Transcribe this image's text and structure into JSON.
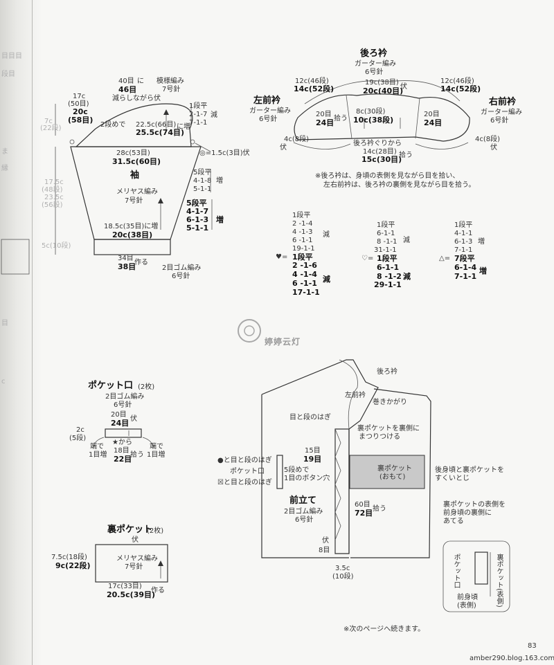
{
  "page": {
    "number": "83",
    "footer_note": "※次のページへ続きます。",
    "watermark_url": "amber290.blog.163.com",
    "watermark_logo_text": "婷婷云灯"
  },
  "gutter": [
    "目目目",
    "段目",
    "ま",
    "縁",
    "目",
    "c"
  ],
  "sleeve": {
    "title": "袖",
    "stitch": "メリヤス編み",
    "needle": "7号針",
    "top_40": "40目",
    "top_46": "46目",
    "top_ni": "に",
    "top_dec": "減らしながら伏",
    "pattern": "模様編み",
    "pattern_needle": "7号針",
    "left_17c": "17c",
    "left_50": "(50目)",
    "left_20c": "20c",
    "left_58": "(58目)",
    "cap_7c": "7c",
    "cap_rows": "(22段)",
    "every2": "2段めで",
    "inc_225": "22.5c(66目)",
    "inc_255": "25.5c(74目)",
    "inc_ni": "に増",
    "dec_1_plain": "1段平",
    "dec_2": "2-1-7",
    "dec_7": "7-1-1",
    "dec_label": "減",
    "width_28": "28c(53目)",
    "width_315": "31.5c(60目)",
    "circle_note": "◎=1.5c(3目)伏",
    "inc5_plain": "5段平",
    "inc4": "4-1-8",
    "inc5": "5-1-1",
    "inc_label": "増",
    "inc_b5": "5段平",
    "inc_b4": "4-1-7",
    "inc_b6": "6-1-3",
    "inc_b51": "5-1-1",
    "inc_b_label": "増",
    "body_175": "17.5c",
    "body_rows": "(48段)",
    "body_235": "23.5c",
    "body_rows2": "(56段)",
    "cuff_185": "18.5c(35目)に増",
    "cuff_20": "20c(38目)",
    "cuff_5": "5c(10段)",
    "cast_34": "34目",
    "cast_38": "38目",
    "cast_label": "作る",
    "rib": "2目ゴム編み",
    "rib_needle": "6号針"
  },
  "collar": {
    "back_title": "後ろ衿",
    "back_stitch": "ガーター編み",
    "back_needle": "6号針",
    "left_title": "左前衿",
    "left_stitch": "ガーター編み",
    "left_needle": "6号針",
    "right_title": "右前衿",
    "right_stitch": "ガーター編み",
    "right_needle": "6号針",
    "l12c": "12c(46段)",
    "l14c": "14c(52段)",
    "r12c": "12c(46段)",
    "r14c": "14c(52段)",
    "c19": "19c(38目)",
    "c20": "20c(40目)",
    "fu": "伏",
    "l20": "20目",
    "l24": "24目",
    "l_pick": "拾う",
    "c8": "8c(30段)",
    "c10": "10c(38段)",
    "r20": "20目",
    "r24": "24目",
    "l4c": "4c(8段)",
    "l4c_fu": "伏",
    "r4c": "4c(8段)",
    "r4c_fu": "伏",
    "neck_pick": "後ろ衿ぐりから",
    "n14": "14c(28目)",
    "n15": "15c(30目)",
    "n_pick": "拾う",
    "note1": "※後ろ衿は、身頃の表側を見ながら目を拾い、",
    "note2": "左右前衿は、後ろ衿の裏側を見ながら目を拾う。"
  },
  "tables": {
    "heart": {
      "sym": "♥=",
      "a": [
        "1段平",
        "2 -1-4",
        "4 -1-3",
        "6 -1-1",
        "19-1-1"
      ],
      "a_label": "減",
      "b": [
        "1段平",
        "2 -1-6",
        "4 -1-4",
        "6 -1-1",
        "17-1-1"
      ],
      "b_label": "減"
    },
    "club": {
      "sym": "♡=",
      "a": [
        "1段平",
        "6-1-1",
        "8 -1-1",
        "31-1-1"
      ],
      "a_label": "減",
      "b": [
        "1段平",
        "6-1-1",
        "8 -1-2",
        "29-1-1"
      ],
      "b_label": "減"
    },
    "tri": {
      "sym": "△=",
      "a": [
        "1段平",
        "4-1-1",
        "6-1-3",
        "7-1-1"
      ],
      "a_label": "増",
      "b": [
        "7段平",
        "6-1-4",
        "7-1-1"
      ],
      "b_label": "増"
    }
  },
  "pocket_opening": {
    "title": "ポケット口",
    "count": "(2枚)",
    "stitch": "2目ゴム編み",
    "needle": "6号針",
    "top": "20目",
    "top2": "24目",
    "fu": "伏",
    "h2c": "2c",
    "h5": "(5段)",
    "star_from": "★から",
    "m18": "18目",
    "m22": "22目",
    "pick": "拾う",
    "end_l1": "端で",
    "end_l2": "1目増",
    "end_r1": "端で",
    "end_r2": "1目増"
  },
  "inner_pocket": {
    "title": "裏ポケット",
    "count": "(2枚)",
    "fu": "伏",
    "stitch": "メリヤス編み",
    "needle": "7号針",
    "h75": "7.5c(18段)",
    "h9": "9c(22段)",
    "w17": "17c(33目)",
    "w205": "20.5c(39目)",
    "make": "作る"
  },
  "front": {
    "back_collar": "後ろ衿",
    "left_collar": "左前衿",
    "wrap": "巻きかがり",
    "seam": "目と段のはぎ",
    "sew_inner": "裏ポケットを裏側に",
    "sew_inner2": "まつりつける",
    "r15": "15目",
    "r19": "19目",
    "dot_seam": "●と目と段のはぎ",
    "pocket_open": "ポケット口",
    "btn_hole": "☒と目と段のはぎ",
    "btn1": "5段めで",
    "btn2": "1目のボタン穴",
    "inner_label": "裏ポケット",
    "inner_label2": "(おもて)",
    "scoop": "後身頃と裏ポケットを",
    "scoop2": "すくいとじ",
    "band_title": "前立て",
    "band_stitch": "2目ゴム編み",
    "band_needle": "6号針",
    "m60": "60目",
    "m72": "72目",
    "pick": "拾う",
    "fu": "伏",
    "m8": "8目",
    "w35": "3.5c",
    "w10": "(10段)",
    "inner_face": "裏ポケットの表側を",
    "inner_face2": "前身頃の裏側に",
    "inner_face3": "あてる",
    "inset_pocket": "ポケット口",
    "inset_inner": "裏ポケット(表側)",
    "inset_front": "前身頃",
    "inset_front2": "(表側)"
  }
}
